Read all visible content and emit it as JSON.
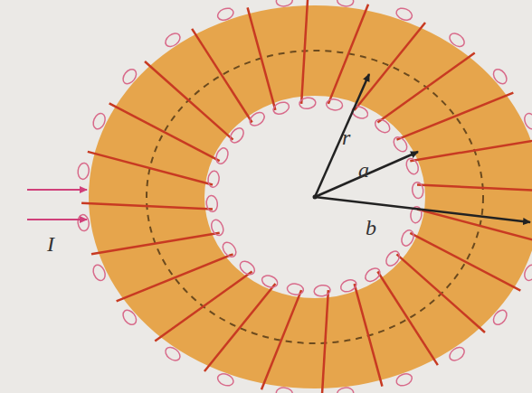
{
  "diagram": {
    "labels": [
      "r",
      "a",
      "b",
      "I"
    ]
  }
}
